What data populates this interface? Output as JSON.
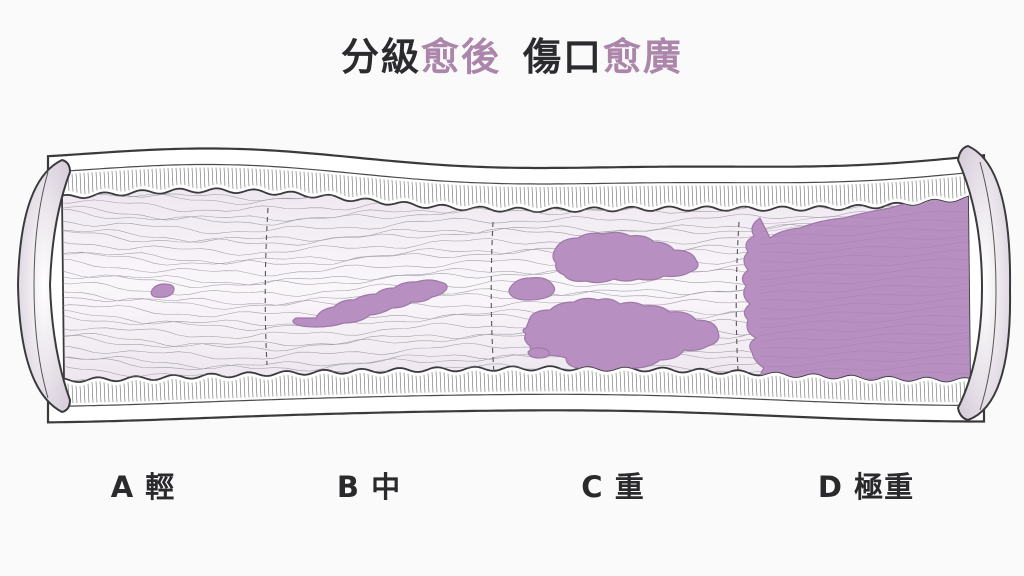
{
  "title": {
    "part1": "分級",
    "part2": "愈後",
    "part3": "傷口",
    "part4": "愈廣"
  },
  "colors": {
    "accent": "#ab86aa",
    "lesion": "#b88fc1",
    "lesion_edge": "#9e79a8",
    "tube_fill": "#f3eef4",
    "outline": "#3a3a3d",
    "text": "#2b2b2e"
  },
  "stages": [
    {
      "letter": "A",
      "name": "輕"
    },
    {
      "letter": "B",
      "name": "中"
    },
    {
      "letter": "C",
      "name": "重"
    },
    {
      "letter": "D",
      "name": "極重"
    }
  ]
}
